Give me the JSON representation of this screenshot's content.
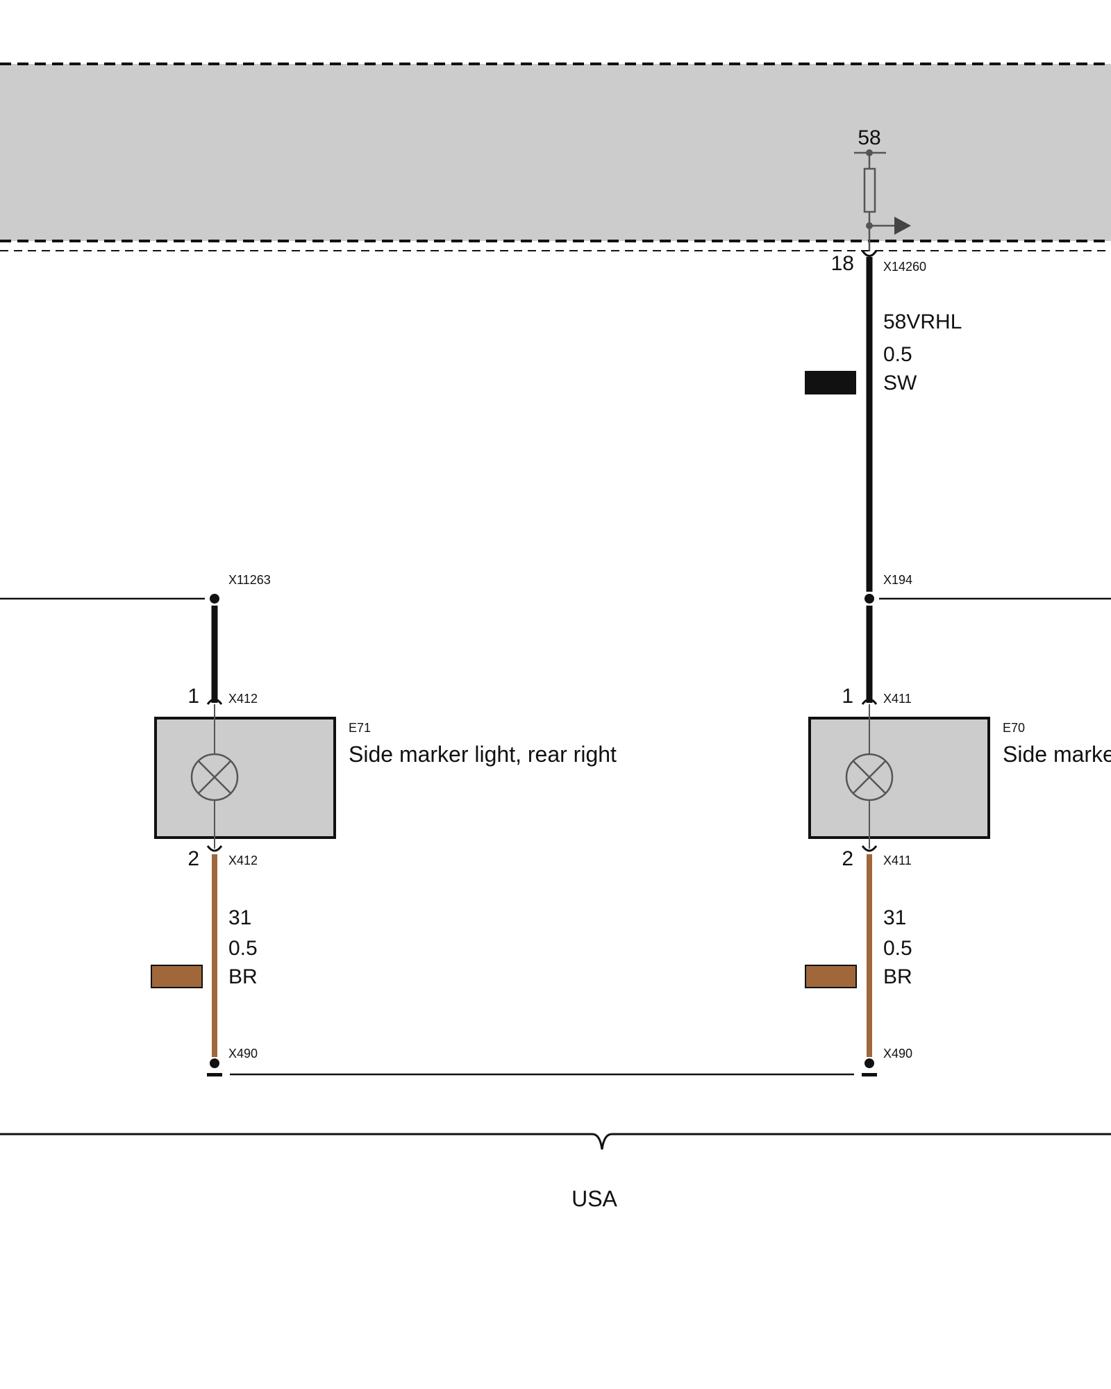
{
  "colors": {
    "module_fill": "#cccccc",
    "wire_black": "#111111",
    "wire_brown": "#a0673a",
    "line": "#111111"
  },
  "module": {
    "terminal_label": "58",
    "fuse_icon": "fuse-icon",
    "output_arrow_icon": "arrow-right-icon"
  },
  "connectors": {
    "x14260": {
      "id": "X14260",
      "pin": "18"
    },
    "x11263": {
      "id": "X11263"
    },
    "x194": {
      "id": "X194"
    },
    "x412_top": {
      "id": "X412",
      "pin": "1"
    },
    "x412_bottom": {
      "id": "X412",
      "pin": "2"
    },
    "x411_top": {
      "id": "X411",
      "pin": "1"
    },
    "x411_bottom": {
      "id": "X411",
      "pin": "2"
    },
    "x490_left": {
      "id": "X490"
    },
    "x490_right": {
      "id": "X490"
    }
  },
  "wires": {
    "supply": {
      "signal": "58VRHL",
      "gauge": "0.5",
      "color_code": "SW"
    },
    "ground_left": {
      "signal": "31",
      "gauge": "0.5",
      "color_code": "BR"
    },
    "ground_right": {
      "signal": "31",
      "gauge": "0.5",
      "color_code": "BR"
    }
  },
  "components": {
    "e71": {
      "id": "E71",
      "name": "Side marker light, rear right",
      "icon": "lamp-icon"
    },
    "e70": {
      "id": "E70",
      "name": "Side marker light, rear left",
      "icon": "lamp-icon"
    }
  },
  "region": {
    "label": "USA"
  }
}
